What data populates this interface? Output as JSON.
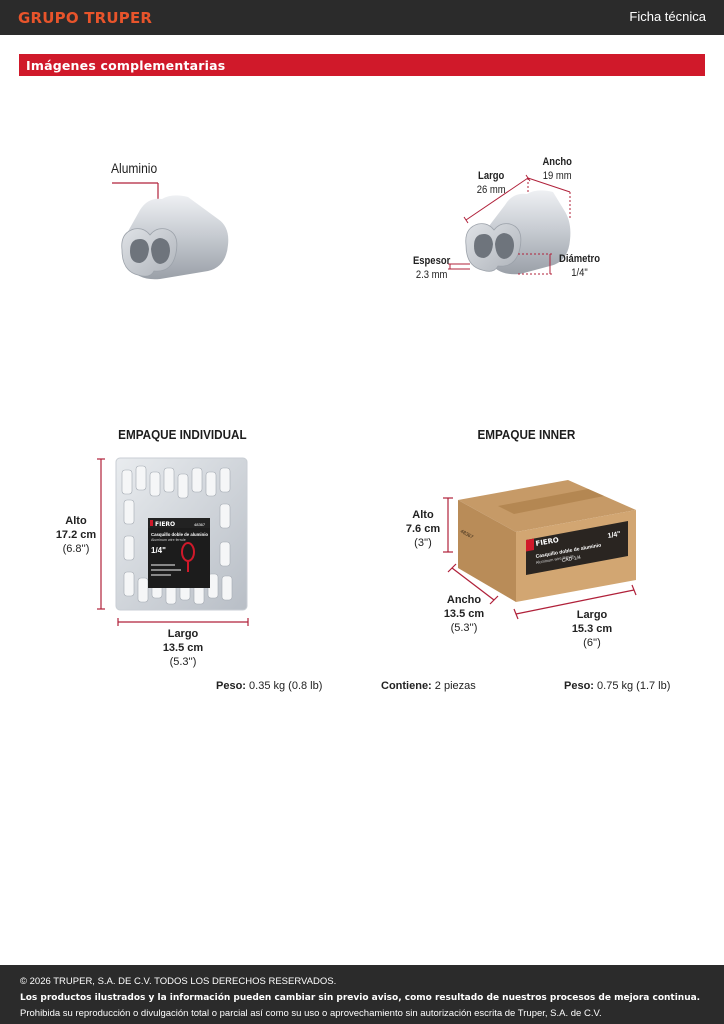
{
  "header": {
    "brand": "GRUPO TRUPER",
    "doc_type": "Ficha técnica"
  },
  "section": {
    "title": "Imágenes complementarias"
  },
  "material": {
    "label": "Aluminio"
  },
  "dimensions": {
    "largo_label": "Largo",
    "largo_value": "26 mm",
    "ancho_label": "Ancho",
    "ancho_value": "19 mm",
    "espesor_label": "Espesor",
    "espesor_value": "2.3 mm",
    "diametro_label": "Diámetro",
    "diametro_value": "1/4\""
  },
  "individual": {
    "title": "EMPAQUE INDIVIDUAL",
    "alto_label": "Alto",
    "alto_cm": "17.2 cm",
    "alto_in": "(6.8'')",
    "largo_label": "Largo",
    "largo_cm": "13.5 cm",
    "largo_in": "(5.3'')",
    "peso_label": "Peso:",
    "peso_value": " 0.35 kg (0.8 lb)",
    "bag": {
      "brand": "FIERO",
      "product": "Casquillo doble de aluminio",
      "subtitle": "Aluminum wire ferrule",
      "size": "1/4\"",
      "sku": "48367"
    }
  },
  "inner": {
    "title": "EMPAQUE INNER",
    "alto_label": "Alto",
    "alto_cm": "7.6 cm",
    "alto_in": "(3'')",
    "ancho_label": "Ancho",
    "ancho_cm": "13.5 cm",
    "ancho_in": "(5.3'')",
    "largo_label": "Largo",
    "largo_cm": "15.3 cm",
    "largo_in": "(6'')",
    "contiene_label": "Contiene:",
    "contiene_value": " 2 piezas",
    "peso_label": "Peso:",
    "peso_value": " 0.75 kg (1.7 lb)",
    "box": {
      "brand": "FIERO",
      "product": "Casquillo doble de aluminio",
      "subtitle": "Aluminum wire ferrule",
      "size": "1/4\"",
      "code": "CAD-1/4",
      "sku": "48367"
    }
  },
  "footer": {
    "copyright": "© 2026 TRUPER, S.A. DE C.V. TODOS LOS DERECHOS RESERVADOS.",
    "notice": "Los productos ilustrados y la información pueden cambiar sin previo aviso, como resultado de nuestros procesos de mejora continua.",
    "prohibition": "Prohibida su reproducción o divulgación total o parcial así como su uso o aprovechamiento sin autorización escrita de Truper, S.A. de C.V."
  }
}
